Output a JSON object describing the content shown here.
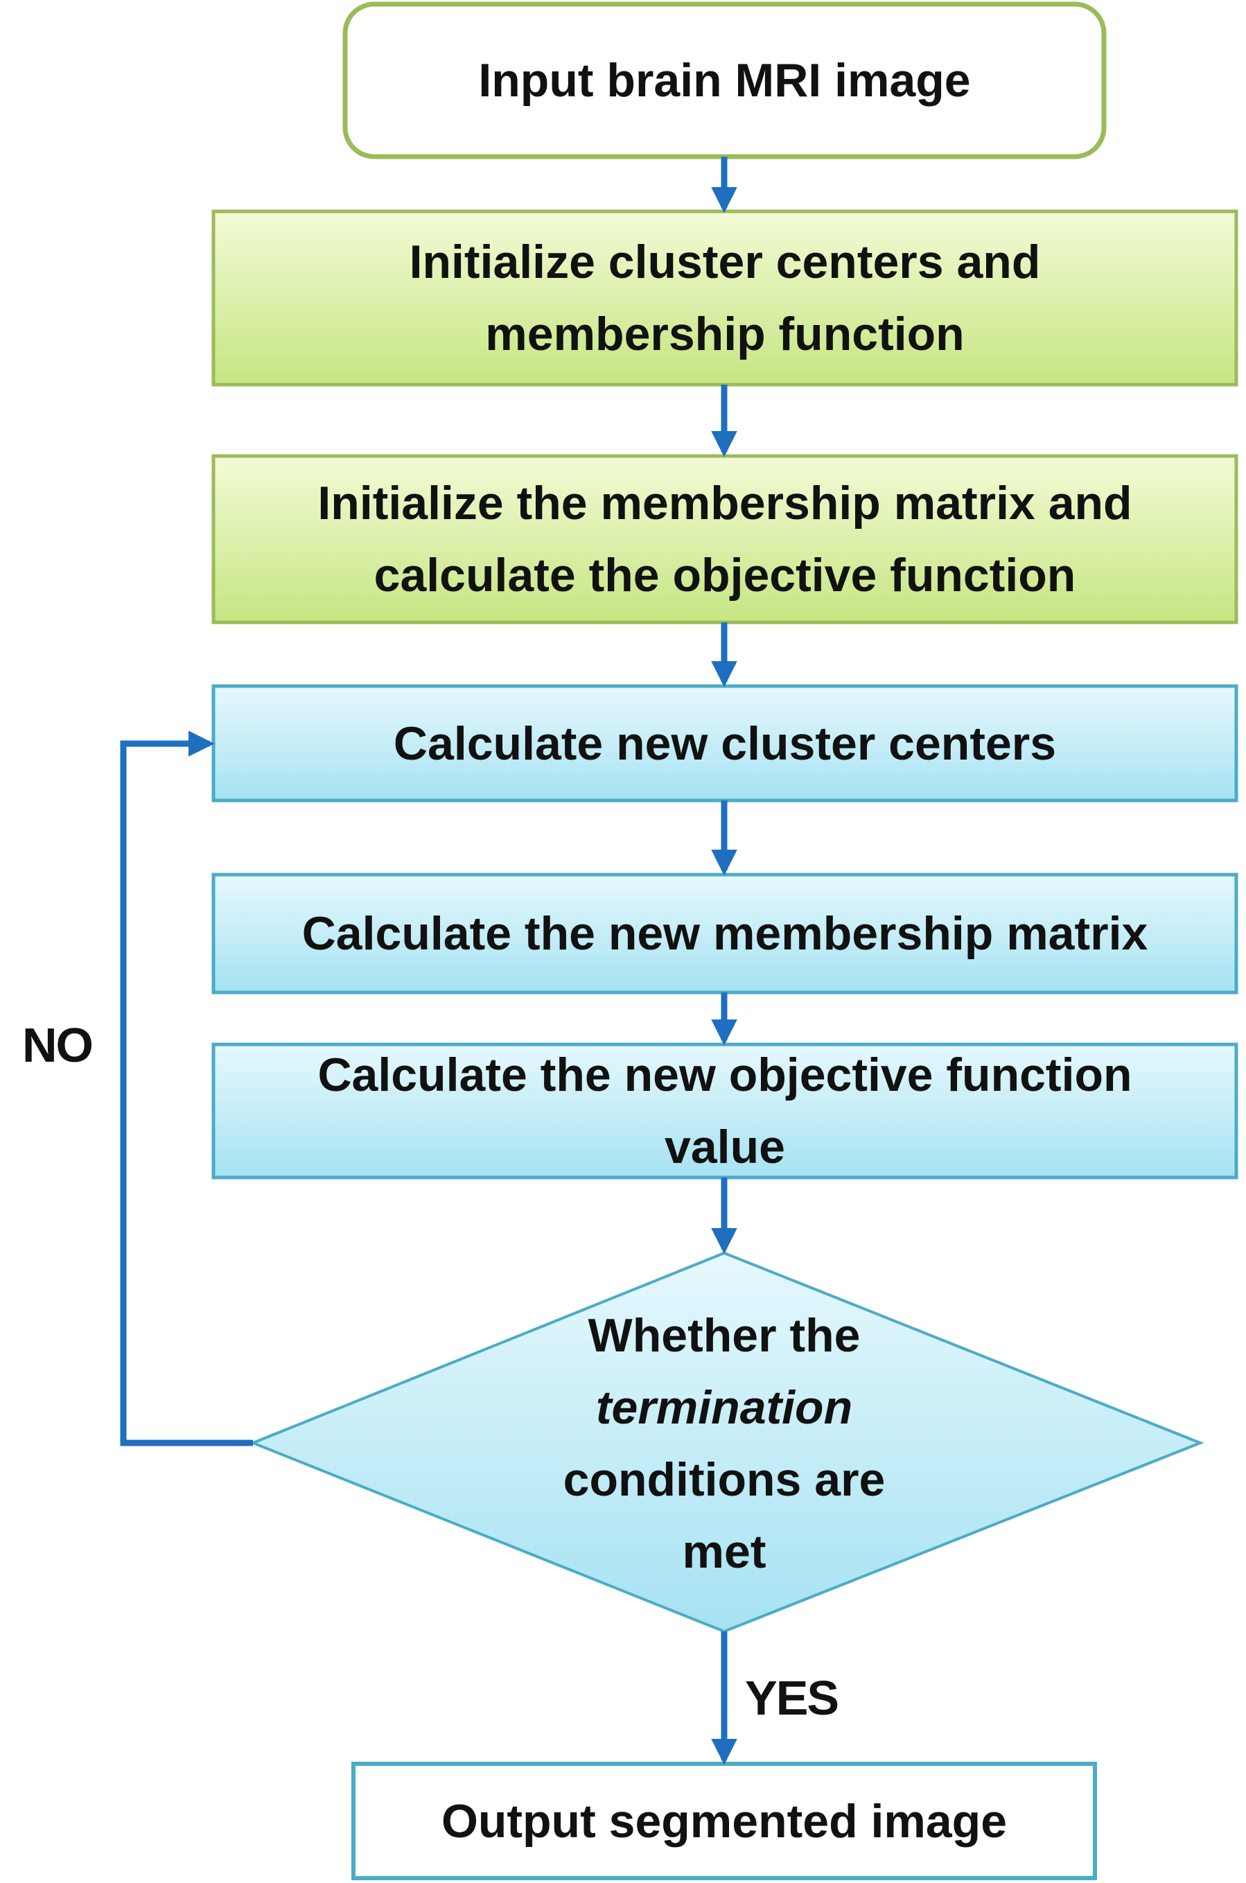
{
  "nodes": {
    "input": {
      "lines": [
        "Input brain MRI image"
      ]
    },
    "init_centers": {
      "lines": [
        "Initialize cluster centers and",
        "membership function"
      ]
    },
    "init_matrix": {
      "lines": [
        "Initialize the membership matrix and",
        "calculate the objective function"
      ]
    },
    "calc_centers": {
      "lines": [
        "Calculate new cluster centers"
      ]
    },
    "calc_matrix": {
      "lines": [
        "Calculate the new membership matrix"
      ]
    },
    "calc_objective": {
      "lines": [
        "Calculate the new objective function",
        "value"
      ]
    },
    "decision": {
      "lines": [
        "Whether the",
        "termination",
        "conditions are",
        "met"
      ]
    },
    "output": {
      "lines": [
        "Output segmented image"
      ]
    }
  },
  "edges": {
    "no_label": "NO",
    "yes_label": "YES"
  },
  "colors": {
    "arrow": "#1f6fc0",
    "input_border": "#9bbb59",
    "green_top": "#f2fbd6",
    "green_bottom": "#c6e582",
    "green_border": "#9bbb59",
    "blue_top": "#e6f8fd",
    "blue_bottom": "#a6e2f2",
    "blue_border": "#4bacc6",
    "output_border": "#4bacc6"
  }
}
